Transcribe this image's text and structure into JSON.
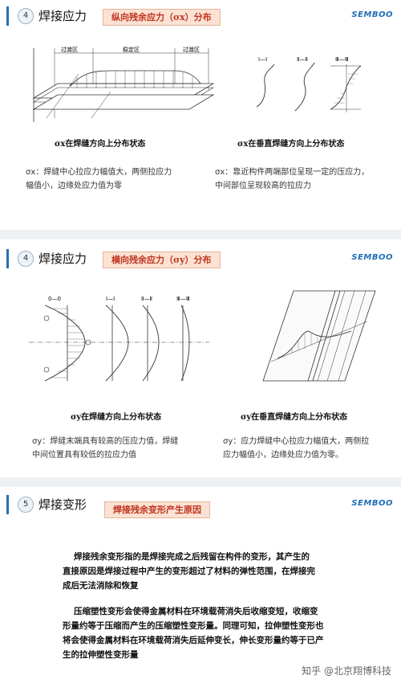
{
  "brand": "SEMBOO",
  "section1": {
    "num": "4",
    "title": "焊接应力",
    "topic": "纵向残余应力（σx）分布",
    "fig_left_caption": "σx在焊缝方向上分布状态",
    "fig_right_caption": "σx在垂直焊缝方向上分布状态",
    "note_left_line1": "σx：焊缝中心拉应力幅值大，两侧拉应力",
    "note_left_line2": "幅值小，边缘处应力值为零",
    "note_right_line1": "σx：靠近构件两端部位呈现一定的压应力，",
    "note_right_line2": "中间部位呈现较高的拉应力",
    "diagram_labels": {
      "zone_left": "过渡区",
      "zone_mid": "稳定区",
      "zone_right": "过渡区",
      "sec1": "Ⅰ—Ⅰ",
      "sec2": "Ⅱ—Ⅱ",
      "sec3": "Ⅲ—Ⅲ"
    }
  },
  "section2": {
    "num": "4",
    "title": "焊接应力",
    "topic": "横向残余应力（σy）分布",
    "fig_left_caption": "σy在焊缝方向上分布状态",
    "fig_right_caption": "σy在垂直焊缝方向上分布状态",
    "note_left_line1": "σy：焊缝末端具有较高的压应力值，焊缝",
    "note_left_line2": "中间位置具有较低的拉应力值",
    "note_right_line1": "σy：应力焊缝中心拉应力幅值大，两侧拉",
    "note_right_line2": "应力幅值小，边缘处应力值为零。",
    "diagram_labels": {
      "sec0": "0—0",
      "sec1": "Ⅰ—Ⅰ",
      "sec2": "Ⅱ—Ⅱ",
      "sec3": "Ⅲ—Ⅲ"
    }
  },
  "section3": {
    "num": "5",
    "title": "焊接变形",
    "topic": "焊接残余变形产生原因",
    "para1_line1": "焊接残余变形指的是焊接完成之后残留在构件的变形，其产生的",
    "para1_line2": "直接原因是焊接过程中产生的变形超过了材料的弹性范围，在焊接完",
    "para1_line3": "成后无法消除和恢复",
    "para2_line1": "压缩塑性变形会使得金属材料在环境载荷消失后收缩变短，收缩变",
    "para2_line2": "形量约等于压缩而产生的压缩塑性变形量。同理可知，拉伸塑性变形也",
    "para2_line3": "将会使得金属材料在环境载荷消失后延伸变长，伸长变形量约等于已产",
    "para2_line4": "生的拉伸塑性变形量"
  },
  "watermark": "知乎 @北京翔博科技"
}
